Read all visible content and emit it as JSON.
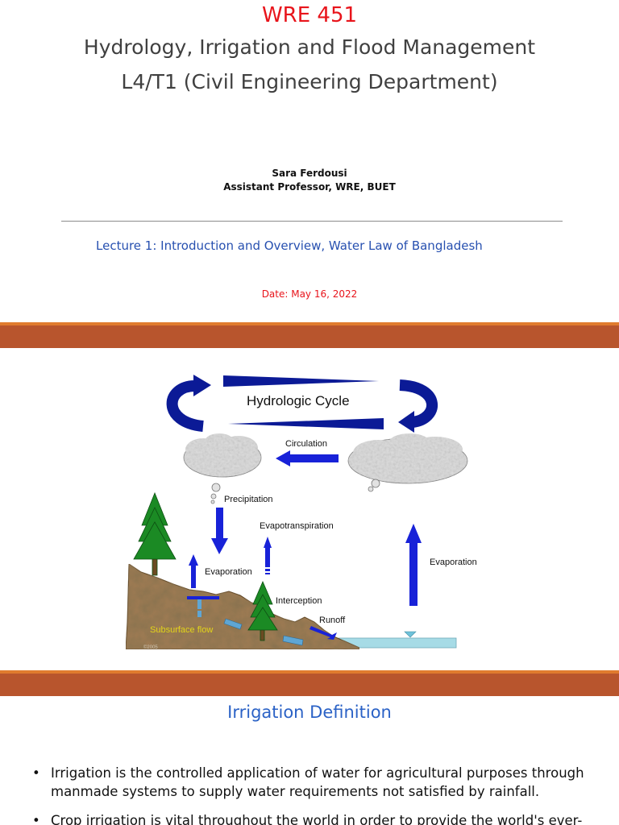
{
  "title_slide": {
    "course_code": "WRE 451",
    "course_title": "Hydrology, Irrigation and Flood Management",
    "course_sub": "L4/T1 (Civil Engineering Department)",
    "author_name": "Sara Ferdousi",
    "author_role": "Assistant Professor, WRE, BUET",
    "lecture_title": "Lecture 1: Introduction and Overview, Water Law of Bangladesh",
    "date": "Date: May 16, 2022"
  },
  "diagram": {
    "title": "Hydrologic Cycle",
    "labels": {
      "circulation": "Circulation",
      "precipitation": "Precipitation",
      "evapotranspiration": "Evapotranspiration",
      "evaporation_left": "Evaporation",
      "evaporation_right": "Evaporation",
      "interception": "Interception",
      "runoff": "Runoff",
      "subsurface_flow": "Subsurface flow",
      "credit": "©2005"
    },
    "colors": {
      "arrow": "#0b1a96",
      "arrow_bright": "#1822d8",
      "cloud": "#dcdcdc",
      "soil": "#9b7a52",
      "tree": "#1b8a24",
      "water": "#a6dbe6",
      "subsurface_label": "#e2d41a"
    }
  },
  "irrigation_slide": {
    "heading": "Irrigation Definition",
    "bullets": [
      {
        "line1": "Irrigation is the controlled application of water for agricultural purposes through",
        "line2": "manmade systems to supply water requirements not satisfied by rainfall."
      },
      {
        "line1": "Crop irrigation is vital throughout the world in order to provide the world's ever-",
        "line2": ""
      }
    ],
    "bullet_glyph": "•"
  }
}
